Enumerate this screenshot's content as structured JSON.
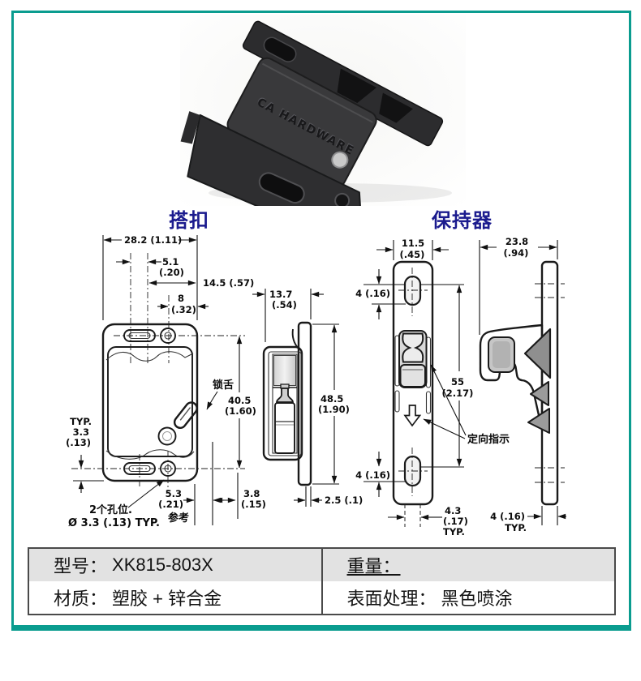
{
  "frame": {
    "border_color": "#0a9c8f"
  },
  "product": {
    "brand_text": "CA HARDWARE"
  },
  "titles": {
    "latch": "搭扣",
    "keeper": "保持器",
    "color": "#1b1b8e"
  },
  "latch": {
    "dims": {
      "w_total": "28.2 (1.11)",
      "pitch": "5.1",
      "pitch_in": "(.20)",
      "hole_to_edge": "14.5 (.57)",
      "edge": "8",
      "edge_in": "(.32)",
      "depth": "13.7",
      "depth_in": "(.54)",
      "tongue_note": "锁舌",
      "hole_span": "40.5",
      "hole_span_in": "(1.60)",
      "height": "48.5",
      "height_in": "(1.90)",
      "typ": "TYP.",
      "typ_val": "3.3",
      "typ_in": "(.13)",
      "holes_note": "2个孔位.",
      "holes_dia": "Ø 3.3 (.13) TYP.",
      "proj": "5.3",
      "proj_in": "(.21)",
      "proj_ref": "参考",
      "gap": "3.8",
      "gap_in": "(.15)",
      "plate_t": "2.5 (.1)"
    }
  },
  "keeper": {
    "dims": {
      "width": "11.5",
      "width_in": "(.45)",
      "slot_top": "4 (.16)",
      "span": "55",
      "span_in": "(2.17)",
      "slot_bot": "4 (.16)",
      "slot_w": "4.3",
      "slot_w_in": "(.17)",
      "slot_w_typ": "TYP.",
      "orient_note": "定向指示",
      "side_w": "23.8",
      "side_w_in": "(.94)",
      "thick": "4 (.16)",
      "thick_typ": "TYP."
    }
  },
  "spec_table": {
    "rows": [
      {
        "cells": [
          {
            "label": "型号：",
            "value": "XK815-803X"
          },
          {
            "label": "重量：",
            "value": ""
          }
        ]
      },
      {
        "cells": [
          {
            "label": "材质：",
            "value": "塑胶 + 锌合金"
          },
          {
            "label": "表面处理：",
            "value": "黑色喷涂"
          }
        ]
      }
    ]
  }
}
